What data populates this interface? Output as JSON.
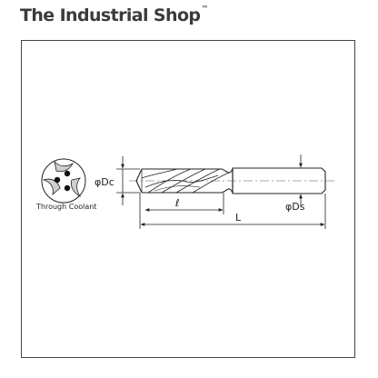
{
  "brand": {
    "name": "The Industrial Shop",
    "trademark": "™"
  },
  "diagram": {
    "coolant_caption": "Through Coolant",
    "dim_dc": "φDc",
    "dim_ds": "φDs",
    "dim_flute_length": "ℓ",
    "dim_overall_length": "L"
  },
  "colors": {
    "line": "#222222",
    "frame": "#444444",
    "brand_text": "#3d3a3a"
  }
}
